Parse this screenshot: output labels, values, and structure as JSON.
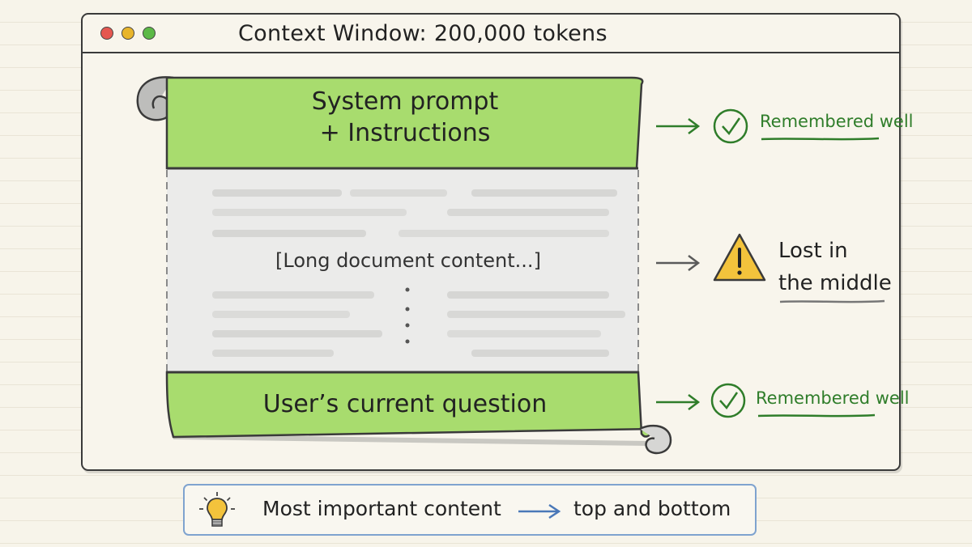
{
  "window": {
    "title": "Context Window: 200,000 tokens"
  },
  "scroll": {
    "top_section": {
      "line1": "System prompt",
      "line2": "+ Instructions"
    },
    "middle_section": {
      "text": "[Long document content...]"
    },
    "bottom_section": {
      "text": "User’s current question"
    }
  },
  "annotations": {
    "top": {
      "label": "Remembered well",
      "icon": "check-circle-icon"
    },
    "middle": {
      "line1": "Lost in",
      "line2": "the middle",
      "icon": "warning-icon"
    },
    "bottom": {
      "label": "Remembered well",
      "icon": "check-circle-icon"
    }
  },
  "tip": {
    "icon": "lightbulb-icon",
    "left_text": "Most important content",
    "right_text": "top and bottom"
  },
  "colors": {
    "highlight_green": "#a8dc6e",
    "check_green": "#2f7d2a",
    "warning_yellow": "#f3c33c",
    "tip_border": "#7fa3cf",
    "tip_arrow": "#4a78b8"
  }
}
